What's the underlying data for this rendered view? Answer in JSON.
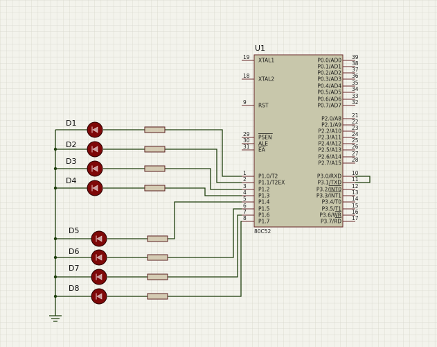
{
  "chip": {
    "ref": "U1",
    "part": "80C52",
    "left_pins": [
      {
        "name": "XTAL1",
        "num": "19"
      },
      {
        "name": "XTAL2",
        "num": "18"
      },
      {
        "name": "RST",
        "num": "9"
      },
      {
        "name": "PSEN",
        "num": "29"
      },
      {
        "name": "ALE",
        "num": "30"
      },
      {
        "name": "EA",
        "num": "31"
      },
      {
        "name": "P1.0/T2",
        "num": "1"
      },
      {
        "name": "P1.1/T2EX",
        "num": "2"
      },
      {
        "name": "P1.2",
        "num": "3"
      },
      {
        "name": "P1.3",
        "num": "4"
      },
      {
        "name": "P1.4",
        "num": "5"
      },
      {
        "name": "P1.5",
        "num": "6"
      },
      {
        "name": "P1.6",
        "num": "7"
      },
      {
        "name": "P1.7",
        "num": "8"
      }
    ],
    "right_pins": [
      {
        "name": "P0.0/AD0",
        "num": "39"
      },
      {
        "name": "P0.1/AD1",
        "num": "38"
      },
      {
        "name": "P0.2/AD2",
        "num": "37"
      },
      {
        "name": "P0.3/AD3",
        "num": "36"
      },
      {
        "name": "P0.4/AD4",
        "num": "35"
      },
      {
        "name": "P0.5/AD5",
        "num": "34"
      },
      {
        "name": "P0.6/AD6",
        "num": "33"
      },
      {
        "name": "P0.7/AD7",
        "num": "32"
      },
      {
        "name": "P2.0/A8",
        "num": "21"
      },
      {
        "name": "P2.1/A9",
        "num": "22"
      },
      {
        "name": "P2.2/A10",
        "num": "23"
      },
      {
        "name": "P2.3/A11",
        "num": "24"
      },
      {
        "name": "P2.4/A12",
        "num": "25"
      },
      {
        "name": "P2.5/A13",
        "num": "26"
      },
      {
        "name": "P2.6/A14",
        "num": "27"
      },
      {
        "name": "P2.7/A15",
        "num": "28"
      },
      {
        "name": "P3.0/RXD",
        "num": "10"
      },
      {
        "name": "P3.1/TXD",
        "num": "11"
      },
      {
        "name": "P3.2/INT0",
        "num": "12"
      },
      {
        "name": "P3.3/INT1",
        "num": "13"
      },
      {
        "name": "P3.4/T0",
        "num": "14"
      },
      {
        "name": "P3.5/T1",
        "num": "15"
      },
      {
        "name": "P3.6/WR",
        "num": "16"
      },
      {
        "name": "P3.7/RD",
        "num": "17"
      }
    ]
  },
  "leds": [
    {
      "label": "D1"
    },
    {
      "label": "D2"
    },
    {
      "label": "D3"
    },
    {
      "label": "D4"
    },
    {
      "label": "D5"
    },
    {
      "label": "D6"
    },
    {
      "label": "D7"
    },
    {
      "label": "D8"
    }
  ],
  "colors": {
    "background": "#f3f3ec",
    "grid": "#d6d6cc",
    "chip_fill": "#c8c7ab",
    "wire": "#1e3e0c",
    "led_fill": "#7e0808",
    "resistor_fill": "#d4cbb3"
  }
}
